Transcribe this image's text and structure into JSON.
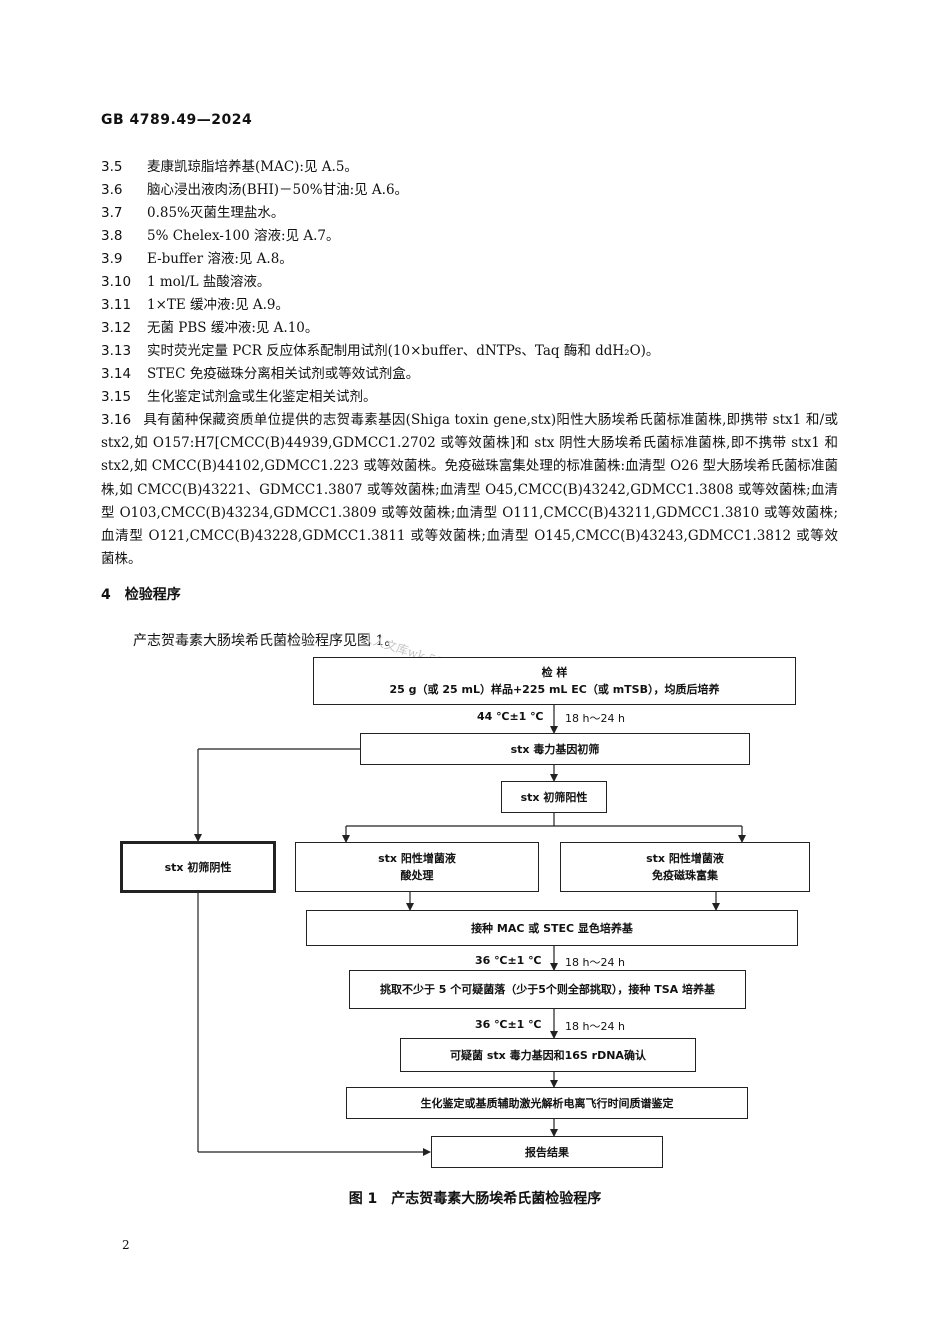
{
  "header": {
    "standard": "GB 4789.49—2024"
  },
  "items": [
    {
      "num": "3.5",
      "text": "麦康凯琼脂培养基(MAC):见 A.5。"
    },
    {
      "num": "3.6",
      "text": "脑心浸出液肉汤(BHI)－50%甘油:见 A.6。"
    },
    {
      "num": "3.7",
      "text": "0.85%灭菌生理盐水。"
    },
    {
      "num": "3.8",
      "text": "5% Chelex-100 溶液:见 A.7。"
    },
    {
      "num": "3.9",
      "text": "E-buffer 溶液:见 A.8。"
    },
    {
      "num": "3.10",
      "text": "1 mol/L 盐酸溶液。"
    },
    {
      "num": "3.11",
      "text": "1×TE 缓冲液:见 A.9。"
    },
    {
      "num": "3.12",
      "text": "无菌 PBS 缓冲液:见 A.10。"
    },
    {
      "num": "3.13",
      "text": "实时荧光定量 PCR 反应体系配制用试剂(10×buffer、dNTPs、Taq 酶和 ddH₂O)。"
    },
    {
      "num": "3.14",
      "text": "STEC 免疫磁珠分离相关试剂或等效试剂盒。"
    },
    {
      "num": "3.15",
      "text": "生化鉴定试剂盒或生化鉴定相关试剂。"
    }
  ],
  "item16": {
    "num": "3.16",
    "text": "具有菌种保藏资质单位提供的志贺毒素基因(Shiga toxin gene,stx)阳性大肠埃希氏菌标准菌株,即携带 stx1 和/或 stx2,如 O157:H7[CMCC(B)44939,GDMCC1.2702 或等效菌株]和 stx 阴性大肠埃希氏菌标准菌株,即不携带 stx1 和 stx2,如 CMCC(B)44102,GDMCC1.223 或等效菌株。免疫磁珠富集处理的标准菌株:血清型 O26 型大肠埃希氏菌标准菌株,如 CMCC(B)43221、GDMCC1.3807 或等效菌株;血清型 O45,CMCC(B)43242,GDMCC1.3808 或等效菌株;血清型 O103,CMCC(B)43234,GDMCC1.3809 或等效菌株;血清型 O111,CMCC(B)43211,GDMCC1.3810 或等效菌株;血清型 O121,CMCC(B)43228,GDMCC1.3811 或等效菌株;血清型 O145,CMCC(B)43243,GDMCC1.3812 或等效菌株。"
  },
  "section": {
    "num": "4",
    "title": "检验程序"
  },
  "intro": "产志贺毒素大肠埃希氏菌检验程序见图 1。",
  "flow": {
    "sample_title": "检 样",
    "sample_desc": "25 g（或 25 mL）样品+225 mL EC（或 mTSB），均质后培养",
    "temp1": "44 ℃±1 ℃",
    "time1": "18 h～24 h",
    "screen": "stx 毒力基因初筛",
    "positive": "stx 初筛阳性",
    "negative": "stx 初筛阴性",
    "acid_line1": "stx 阳性增菌液",
    "acid_line2": "酸处理",
    "immuno_line1": "stx 阳性增菌液",
    "immuno_line2": "免疫磁珠富集",
    "inoculate": "接种 MAC 或 STEC 显色培养基",
    "temp2": "36 ℃±1 ℃",
    "time2": "18 h～24 h",
    "pick": "挑取不少于 5 个可疑菌落（少于5个则全部挑取），接种 TSA 培养基",
    "temp3": "36 ℃±1 ℃",
    "time3": "18 h～24 h",
    "confirm": "可疑菌 stx 毒力基因和16S rDNA确认",
    "identify": "生化鉴定或基质辅助激光解析电离飞行时间质谱鉴定",
    "report": "报告结果"
  },
  "caption": "图 1　产志贺毒素大肠埃希氏菌检验程序",
  "page_number": "2",
  "watermark": "人人文库wk.58.com"
}
